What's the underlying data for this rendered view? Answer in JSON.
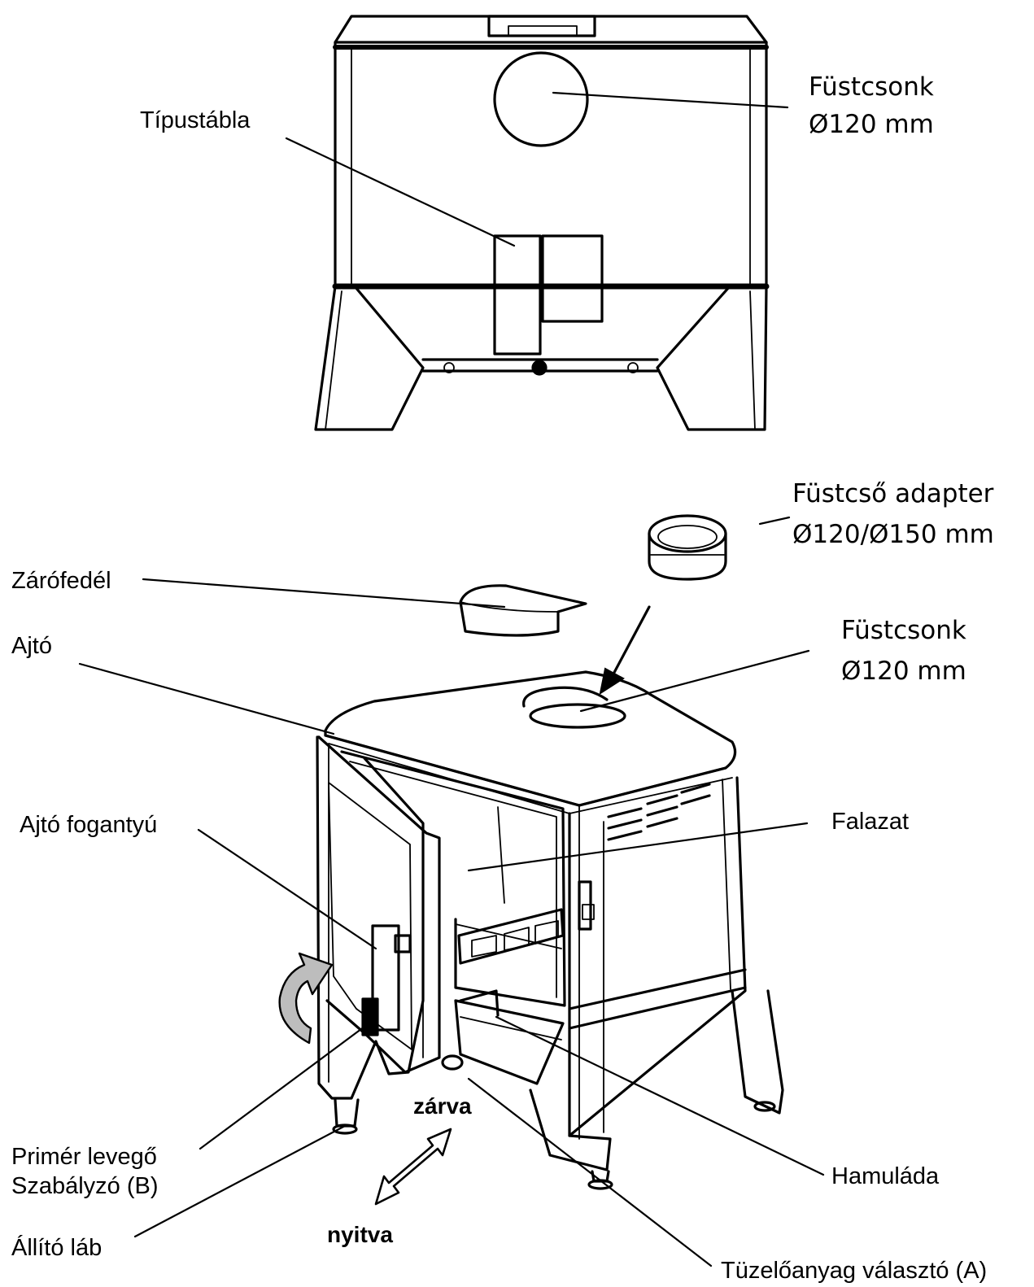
{
  "labels": {
    "tipustabla": "Típustábla",
    "fustcsonk_top_1": "Füstcsonk",
    "fustcsonk_top_2": "Ø120 mm",
    "adapter_1": "Füstcső adapter",
    "adapter_2": "Ø120/Ø150 mm",
    "zarofedel": "Zárófedél",
    "ajto": "Ajtó",
    "fustcsonk_bottom_1": "Füstcsonk",
    "fustcsonk_bottom_2": "Ø120 mm",
    "ajto_fogantyu": "Ajtó fogantyú",
    "falazat": "Falazat",
    "zarva": "zárva",
    "primer_1": "Primér levegő",
    "primer_2": "Szabályzó (B)",
    "hamulada": "Hamuláda",
    "nyitva": "nyitva",
    "allito_lab": "Állító láb",
    "tuzeloanyag": "Tüzelőanyag választó (A)"
  }
}
